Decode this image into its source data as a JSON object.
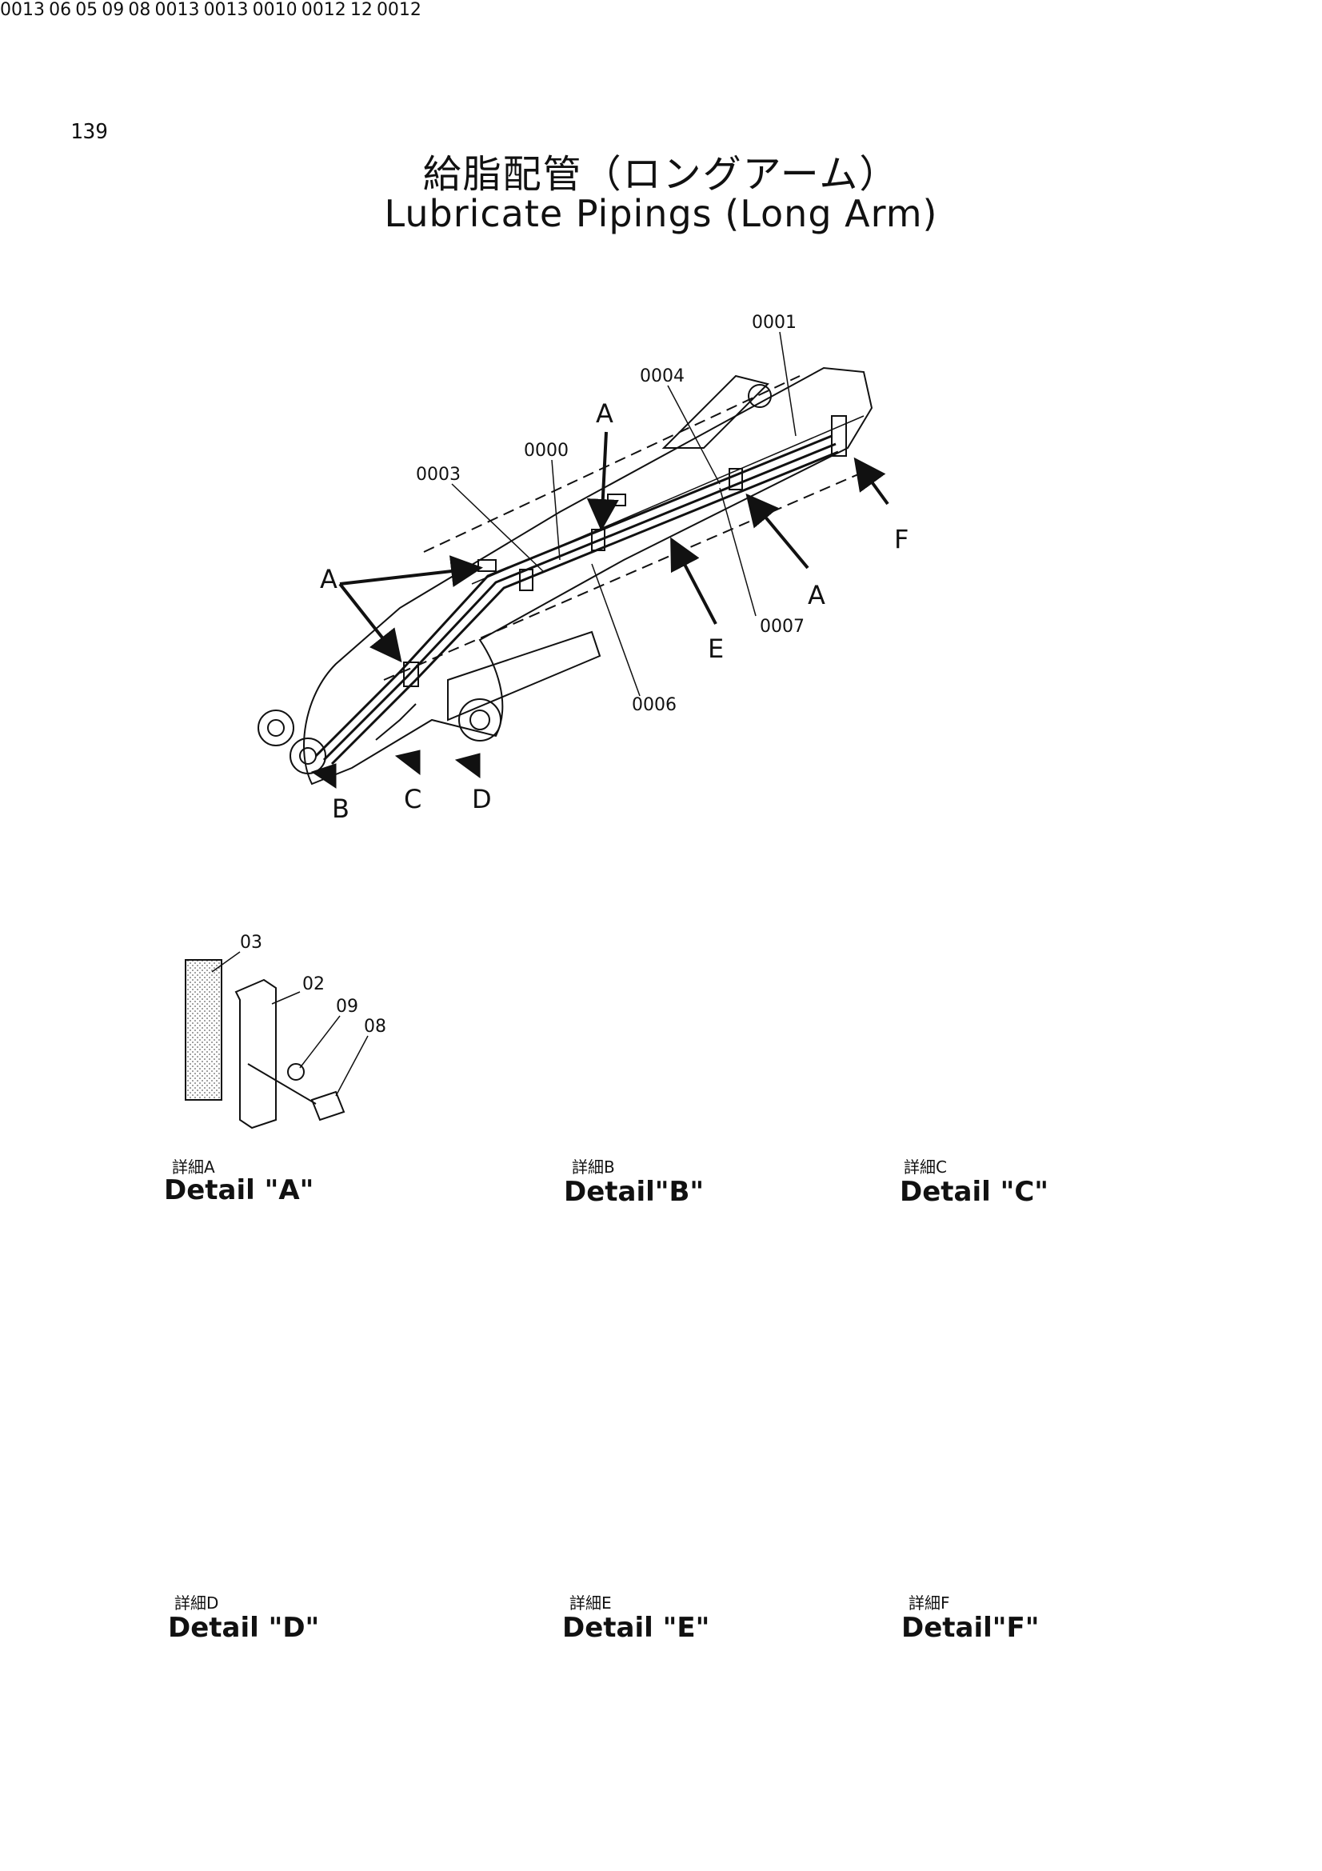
{
  "page_number": "139",
  "title_jp": "給脂配管（ロングアーム）",
  "title_en": "Lubricate Pipings (Long Arm)",
  "main": {
    "part_numbers": [
      "0001",
      "0004",
      "0000",
      "0003",
      "0007",
      "0006"
    ],
    "views": [
      "A",
      "A",
      "A",
      "E",
      "F",
      "B",
      "C",
      "D"
    ]
  },
  "details": [
    {
      "label_jp": "詳細A",
      "label_en": "Detail \"A\"",
      "parts": [
        "03",
        "02",
        "09",
        "08"
      ]
    },
    {
      "label_jp": "詳細B",
      "label_en": "Detail\"B\"",
      "parts": [
        "0013"
      ]
    },
    {
      "label_jp": "詳細C",
      "label_en": "Detail \"C\"",
      "parts": [
        "06",
        "05",
        "09",
        "08"
      ]
    },
    {
      "label_jp": "詳細D",
      "label_en": "Detail \"D\"",
      "parts": [
        "0013",
        "0013"
      ]
    },
    {
      "label_jp": "詳細E",
      "label_en": "Detail \"E\"",
      "parts": [
        "0010"
      ]
    },
    {
      "label_jp": "詳細F",
      "label_en": "Detail\"F\"",
      "parts": [
        "0012",
        "12",
        "0012"
      ]
    }
  ]
}
